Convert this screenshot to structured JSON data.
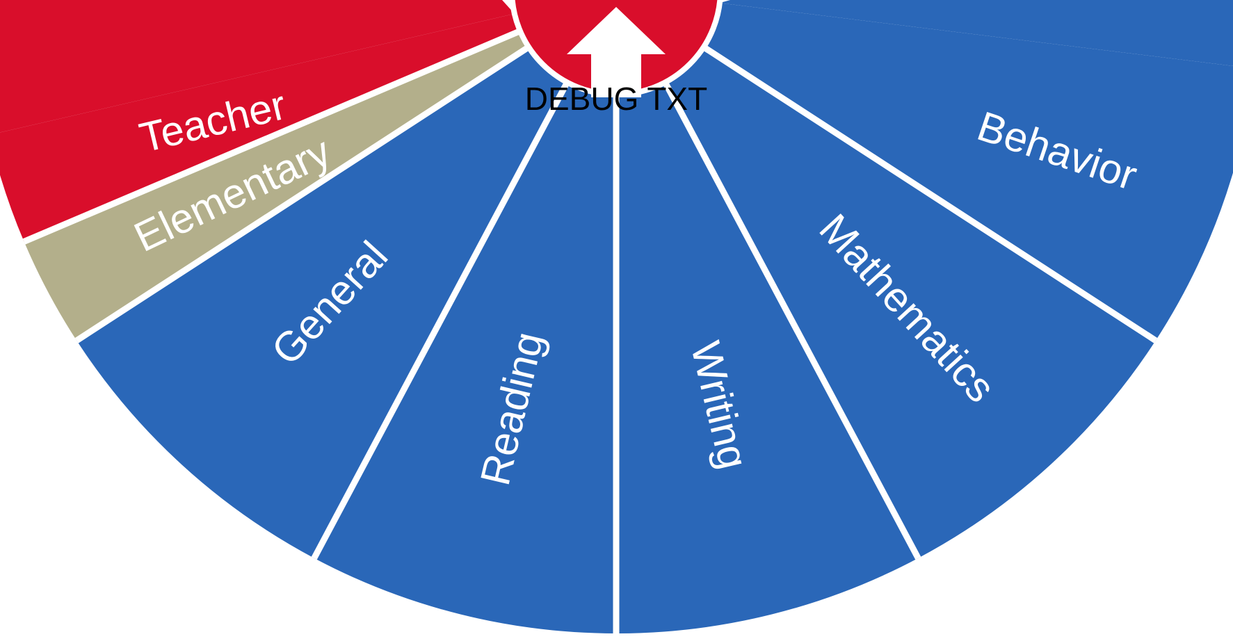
{
  "colors": {
    "blue": "#2a67b8",
    "red": "#d90e2b",
    "tan": "#b3af8b",
    "divider": "#ffffff",
    "text": "#ffffff",
    "debug_text": "#000000"
  },
  "menu": {
    "segments": [
      {
        "id": "teacher",
        "label": "Teacher",
        "color": "#d90e2b"
      },
      {
        "id": "elementary",
        "label": "Elementary",
        "color": "#b3af8b"
      },
      {
        "id": "general",
        "label": "General",
        "color": "#2a67b8"
      },
      {
        "id": "reading",
        "label": "Reading",
        "color": "#2a67b8"
      },
      {
        "id": "writing",
        "label": "Writing",
        "color": "#2a67b8"
      },
      {
        "id": "mathematics",
        "label": "Mathematics",
        "color": "#2a67b8"
      },
      {
        "id": "behavior",
        "label": "Behavior",
        "color": "#2a67b8"
      }
    ],
    "home": {
      "icon": "home-icon",
      "color": "#d90e2b",
      "debug_label": "DEBUG TXT"
    }
  }
}
